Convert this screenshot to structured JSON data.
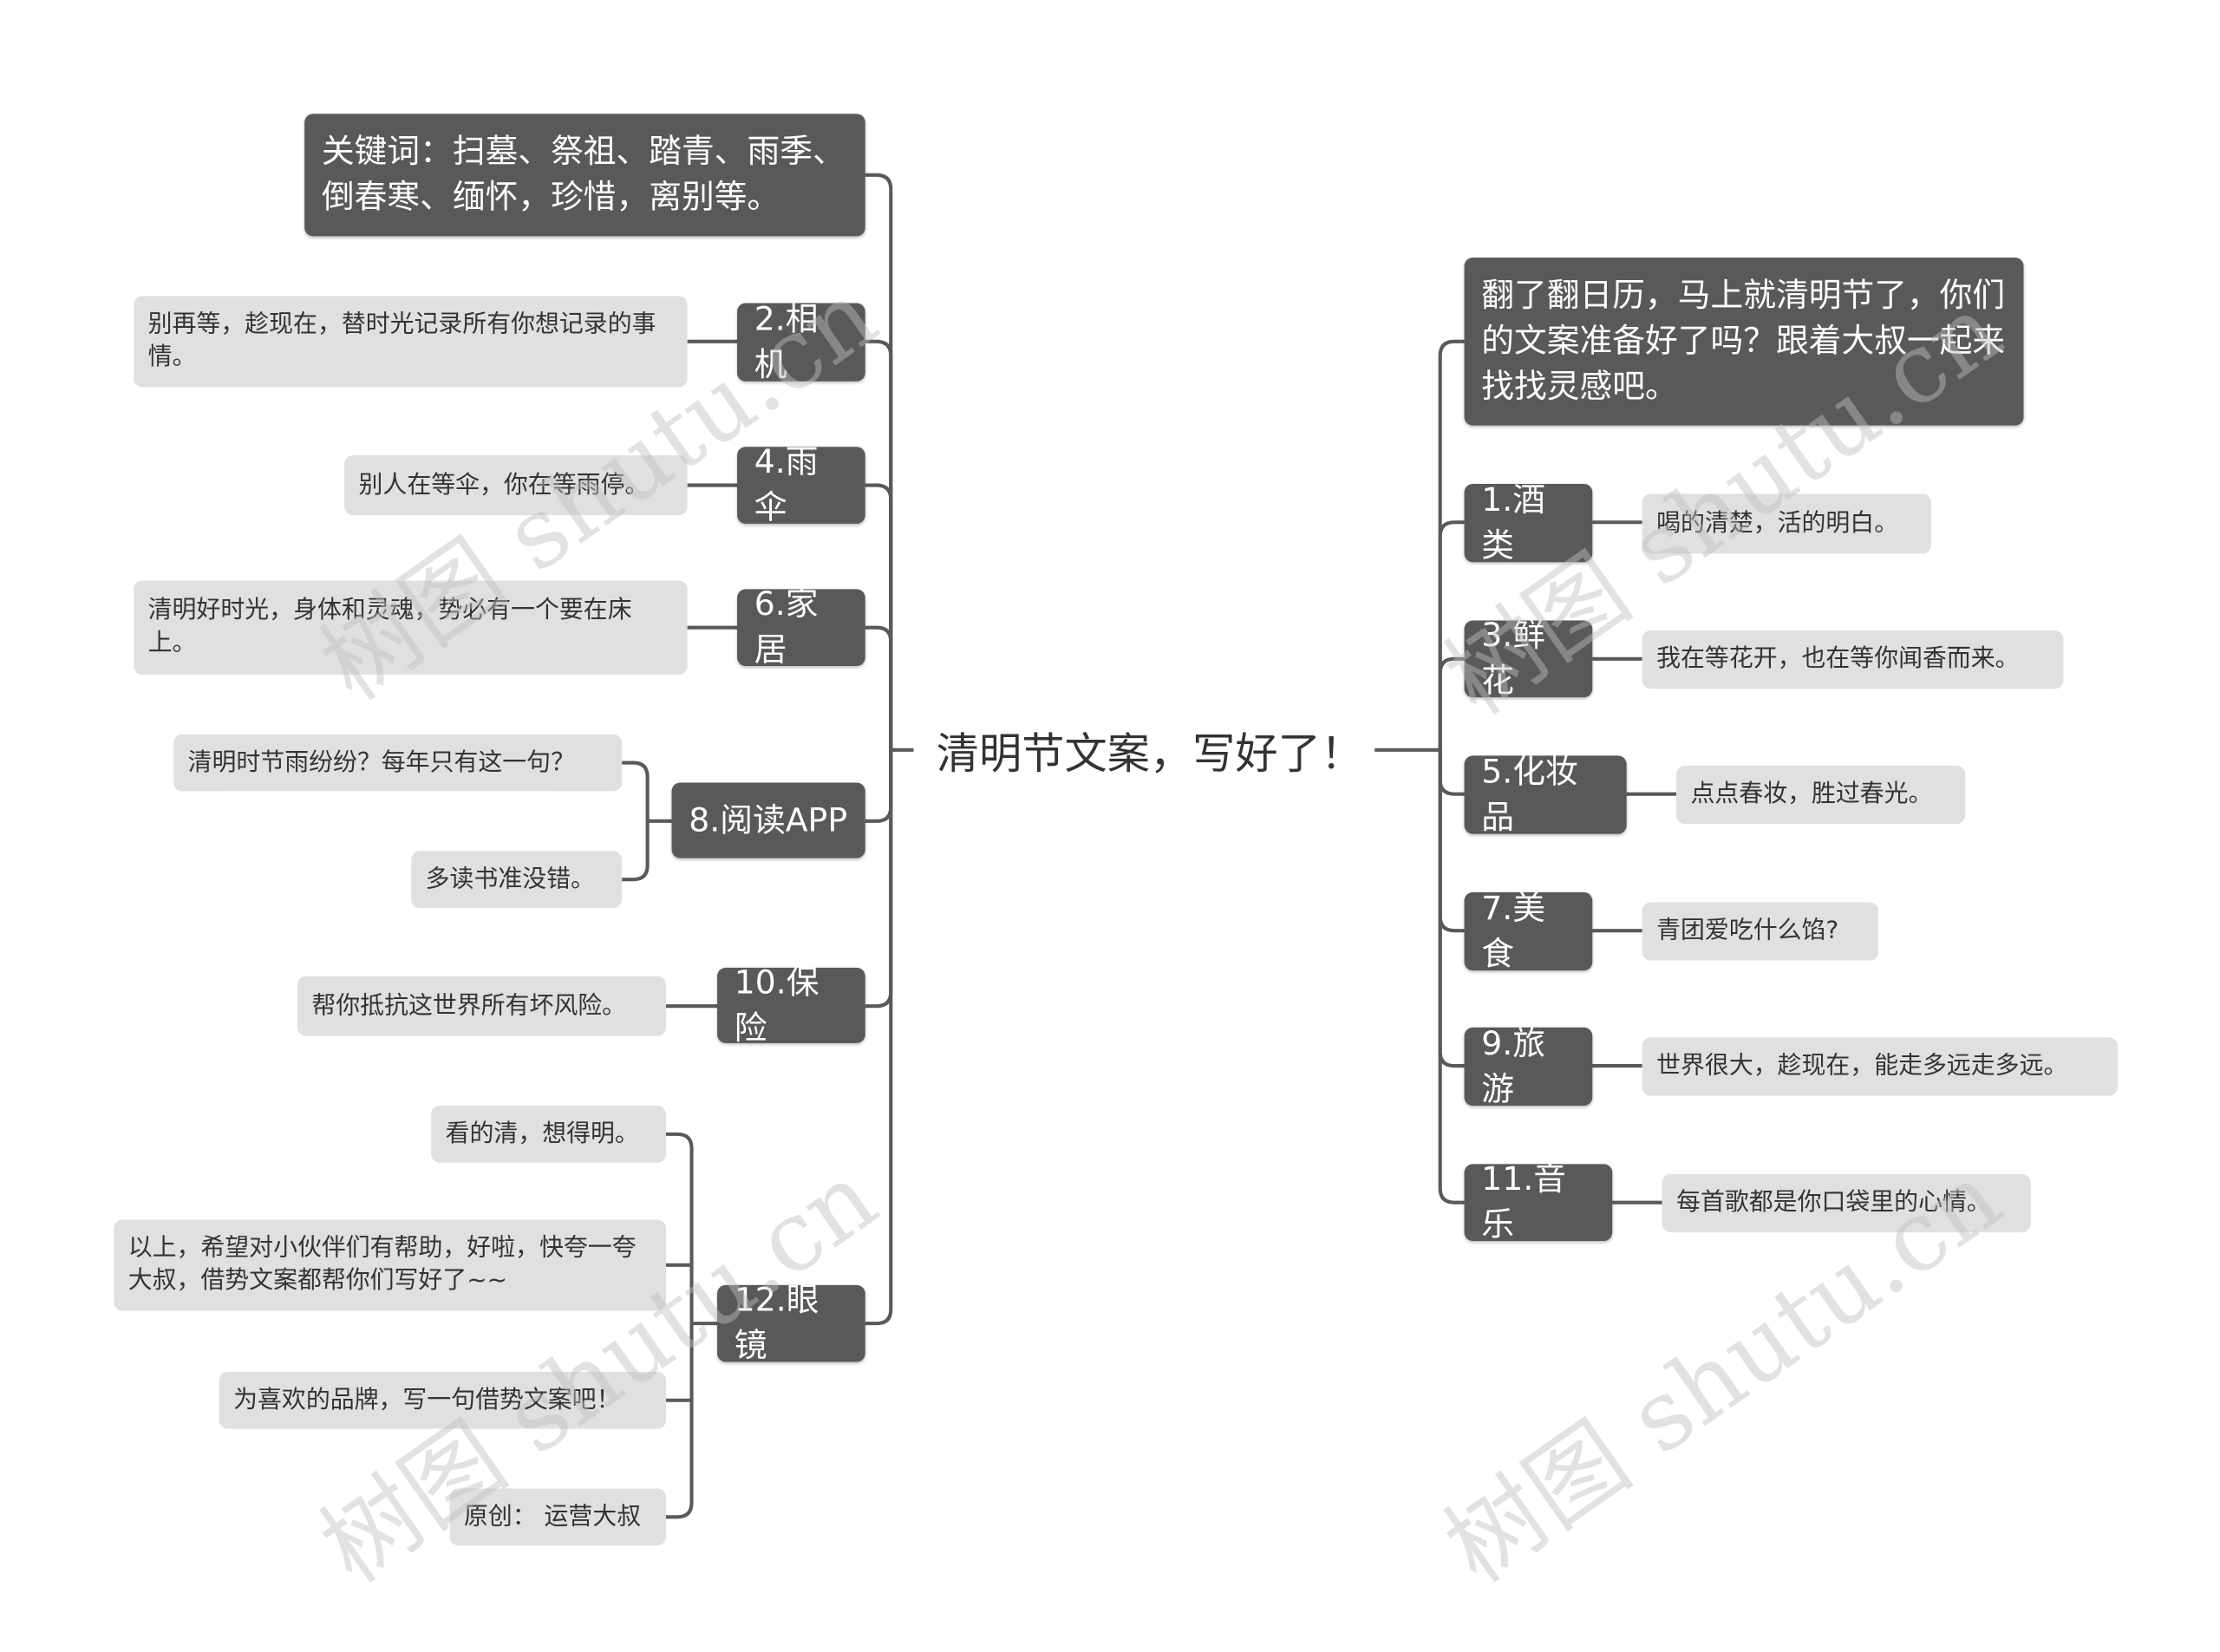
{
  "center": "清明节文案，写好了！",
  "left": {
    "keywords": "关键词：扫墓、祭祖、踏青、雨季、倒春寒、缅怀，珍惜，离别等。",
    "camera": {
      "label": "2.相机",
      "note": "别再等，趁现在，替时光记录所有你想记录的事情。"
    },
    "umbrella": {
      "label": "4.雨伞",
      "note": "别人在等伞，你在等雨停。"
    },
    "home": {
      "label": "6.家居",
      "note": "清明好时光，身体和灵魂，势必有一个要在床上。"
    },
    "reading": {
      "label": "8.阅读APP",
      "notes": [
        "清明时节雨纷纷？每年只有这一句？",
        "多读书准没错。"
      ]
    },
    "insurance": {
      "label": "10.保险",
      "note": "帮你抵抗这世界所有坏风险。"
    },
    "glasses": {
      "label": "12.眼镜",
      "notes": [
        "看的清，想得明。",
        "以上，希望对小伙伴们有帮助，好啦，快夸一夸大叔，借势文案都帮你们写好了~~",
        "为喜欢的品牌，写一句借势文案吧！",
        "原创： 运营大叔"
      ]
    }
  },
  "right": {
    "intro": "翻了翻日历，马上就清明节了，你们的文案准备好了吗？跟着大叔一起来找找灵感吧。",
    "items": [
      {
        "label": "1.酒类",
        "note": "喝的清楚，活的明白。"
      },
      {
        "label": "3.鲜花",
        "note": "我在等花开，也在等你闻香而来。"
      },
      {
        "label": "5.化妆品",
        "note": "点点春妆，胜过春光。"
      },
      {
        "label": "7.美食",
        "note": "青团爱吃什么馅?"
      },
      {
        "label": "9.旅游",
        "note": "世界很大，趁现在，能走多远走多远。"
      },
      {
        "label": "11.音乐",
        "note": "每首歌都是你口袋里的心情。"
      }
    ]
  },
  "watermark": "树图 shutu.cn",
  "colors": {
    "node": "#595959",
    "leaf": "#e0e0e0",
    "line": "#595959"
  }
}
